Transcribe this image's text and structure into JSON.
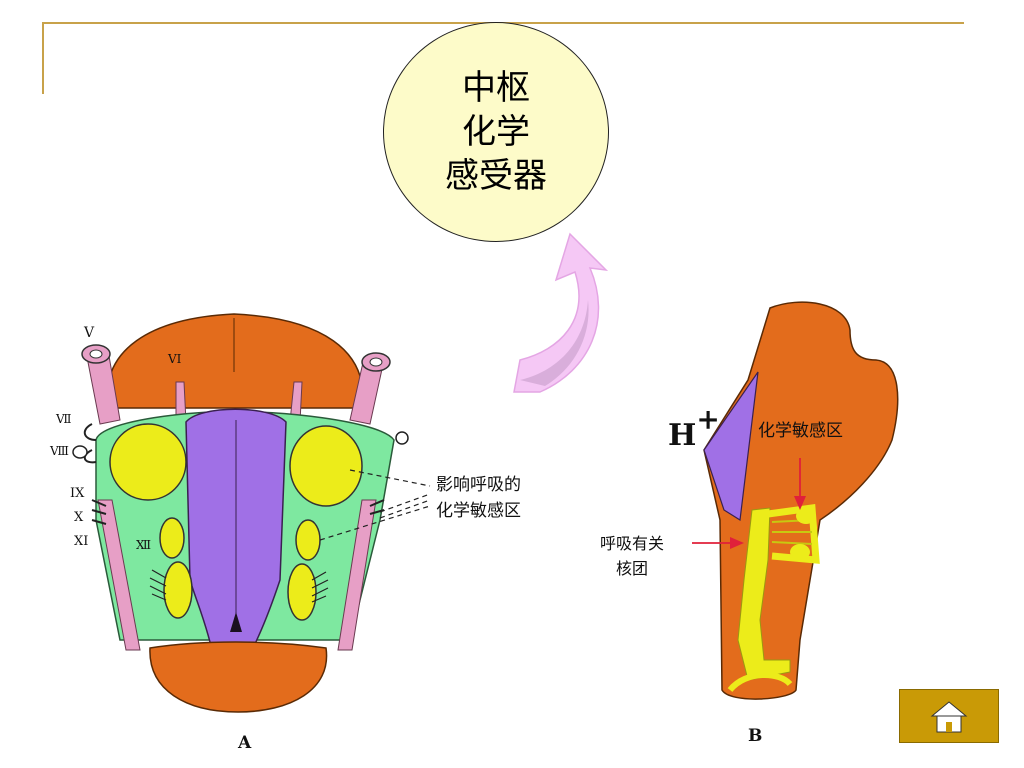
{
  "bubble": {
    "line1": "中枢",
    "line2": "化学",
    "line3": "感受器"
  },
  "figure_a": {
    "caption": "A",
    "nerves": {
      "v": "V",
      "vi": "VI",
      "vii": "Ⅶ",
      "viii": "Ⅷ",
      "ix": "IX",
      "x": "X",
      "xi": "XI",
      "xii": "Ⅻ"
    },
    "callout_line1": "影响呼吸的",
    "callout_line2": "化学敏感区"
  },
  "figure_b": {
    "caption": "B",
    "ion": "H",
    "ion_charge": "+",
    "chem_zone": "化学敏感区",
    "nucleus_line1": "呼吸有关",
    "nucleus_line2": "核团"
  },
  "home_button": {
    "icon": "home-icon"
  },
  "colors": {
    "orange": "#e36c1c",
    "purple": "#a070e6",
    "green": "#7ee8a0",
    "yellow": "#ecec1a",
    "pink": "#e79fc6",
    "accent": "#c8a24a"
  }
}
